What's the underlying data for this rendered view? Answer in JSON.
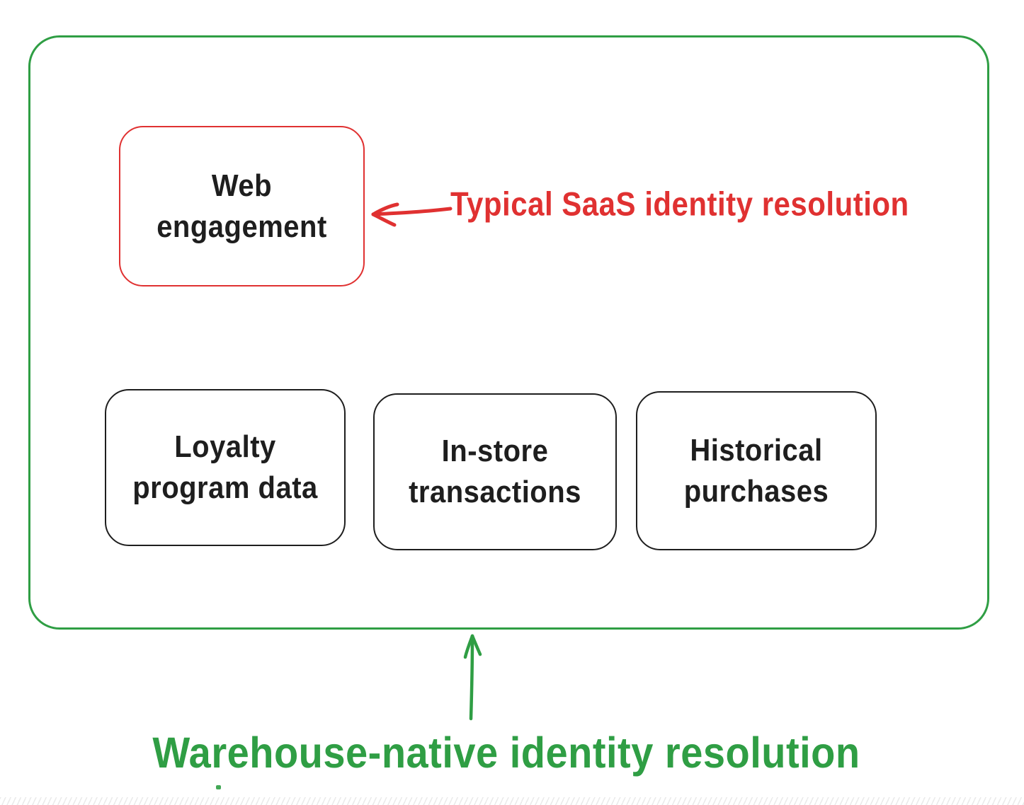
{
  "colors": {
    "accent_red": "#e03131",
    "accent_green": "#2f9e44",
    "ink": "#1e1e1e",
    "texture_gray": "#d9d9d9"
  },
  "nodes": {
    "web_engagement": "Web\nengagement",
    "loyalty_program_data": "Loyalty\nprogram data",
    "in_store_transactions": "In-store\ntransactions",
    "historical_purchases": "Historical\npurchases"
  },
  "annotations": {
    "saas": "Typical SaaS identity resolution",
    "warehouse": "Warehouse-native identity resolution"
  },
  "icons": {
    "saas_arrow": "arrow-left",
    "warehouse_arrow": "arrow-up"
  }
}
